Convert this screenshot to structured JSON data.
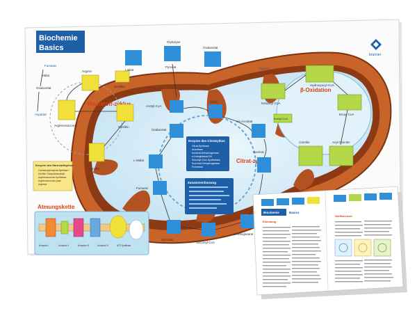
{
  "poster": {
    "title_line1": "Biochemie",
    "title_line2": "Basics",
    "brand": "brunner",
    "sections": {
      "urea": "Harnstoff-zyklus",
      "citrate": "Citrat-zyklus",
      "beta": "β-Oxidation",
      "resp": "Atmungskette"
    },
    "labels": {
      "glycolysis": "Glykolyse",
      "oxaloacetate_top": "Oxalacetat",
      "pyruvate": "Pyruvat",
      "lactate": "Laktat",
      "arginine": "Arginin",
      "fumarate_left": "Fumarat",
      "malate_left": "Malat",
      "oxaloacetate_left": "Oxalacetat",
      "aspartate": "Aspartat",
      "argininosuccinate": "Argininosuccinat",
      "ornithine_upper": "Ornithin",
      "ornithine_mid": "Ornithin",
      "citrulline": "Citrullin",
      "acetylcoa_mid": "Acetyl-CoA",
      "oxaloacetate_mid": "Oxalacetat",
      "citrate": "Citrat",
      "cis_aconitate": "cis-Aconitat",
      "isocitrate": "Isocitrat",
      "malate_mid": "L-Malat",
      "fumarate_mid": "Fumarat",
      "succinate": "Succinat",
      "succinyl_coa": "Succinyl-CoA",
      "alpha_kg": "α-Ketoglutarat",
      "hydroxyacyl": "Hydroxyacyl-CoA",
      "ketoacyl": "Ketoacyl-CoA",
      "enoyl": "Enoyl-CoA",
      "acyl_carnitine": "Acyl-Carnitin",
      "carnitine": "Carnitin",
      "acetyl_coa_right": "Acetyl-CoA",
      "cytosol": "Cytosol"
    },
    "enzymes_box_title": "Enzyme des Citratzyklus",
    "enzymes": [
      "Citrat-Synthase",
      "Aconitase",
      "Isocitrat-Dehydrogenase",
      "α-Ketoglutarat-DH",
      "Succinyl-CoA-Synthetase",
      "Succinat-Dehydrogenase",
      "Fumarase",
      "Malat-Dehydrogenase"
    ],
    "summary_box_title": "Zusammenfassung",
    "urea_enzymes_title": "Enzyme des Harnstoffzyklus",
    "urea_enzymes": [
      "Carbamoylphosphat-Synthase I",
      "Ornithin-Transcarbamylase",
      "Argininosuccinat-Synthetase",
      "Argininosuccinat-Lyase",
      "Arginase"
    ],
    "resp_box_title": "Atmungskette",
    "resp_legend": [
      "Komplex I",
      "Komplex II",
      "Komplex III",
      "Komplex IV",
      "ATP-Synthase"
    ]
  },
  "booklet": {
    "header_tabs": [
      "Biochemie",
      "Basics"
    ],
    "page_heads": [
      "Einleitung",
      "Stoffwechsel"
    ]
  },
  "colors": {
    "mito_outer": "#c8642a",
    "mito_dark": "#7a3210",
    "matrix": "#d9eef8",
    "box_blue": "#2f8fd8",
    "box_yellow": "#f2e03a",
    "box_green": "#b5d84a",
    "title_bg": "#1f5fa8"
  }
}
